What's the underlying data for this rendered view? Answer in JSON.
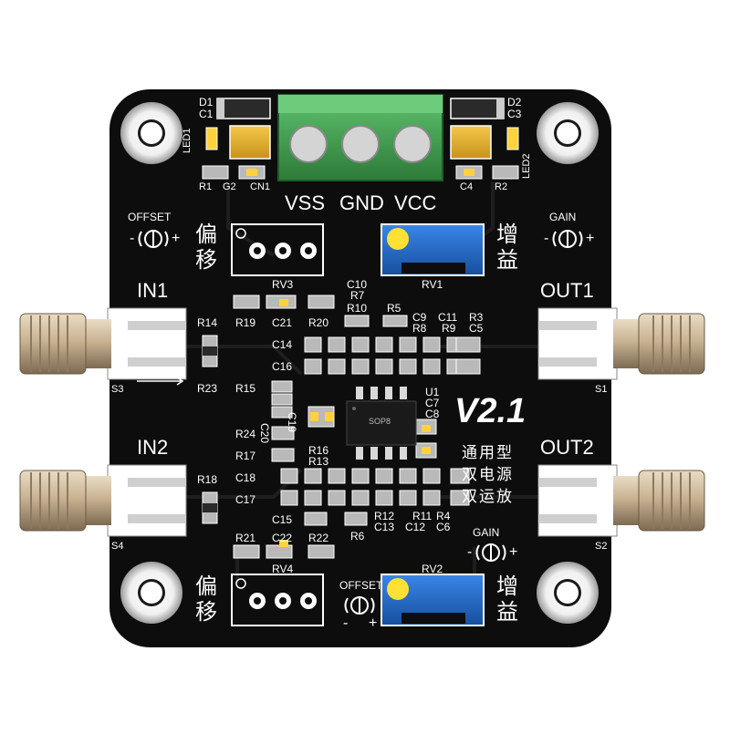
{
  "board": {
    "colors": {
      "pcb": "#0d0d0d",
      "silk": "#ffffff",
      "terminal": "#3a9a4a",
      "trimmer": "#1f66c8",
      "pad": "#b9b9b9",
      "led": "#ffd23c",
      "sma": "#c9b393"
    },
    "terminal": {
      "vss": "VSS",
      "gnd": "GND",
      "vcc": "VCC"
    },
    "labels": {
      "offset": "OFFSET",
      "gain": "GAIN",
      "offset_cn": "偏移",
      "gain_cn": "增益",
      "in1": "IN1",
      "in2": "IN2",
      "out1": "OUT1",
      "out2": "OUT2",
      "version": "V2.1",
      "desc1": "通用型",
      "desc2": "双电源",
      "desc3": "双运放",
      "chip": "SOP8",
      "minus": "-",
      "plus": "+"
    },
    "refs": {
      "d1": "D1",
      "c1": "C1",
      "d2": "D2",
      "c3": "C3",
      "led1": "LED1",
      "led2": "LED2",
      "r1": "R1",
      "g2": "G2",
      "cn1": "CN1",
      "c4": "C4",
      "r2": "R2",
      "rv1": "RV1",
      "rv2": "RV2",
      "rv3": "RV3",
      "rv4": "RV4",
      "c10": "C10",
      "r7": "R7",
      "r10": "R10",
      "r5": "R5",
      "c9": "C9",
      "c11": "C11",
      "r3": "R3",
      "r8": "R8",
      "r9": "R9",
      "c5": "C5",
      "r19": "R19",
      "c21": "C21",
      "r20": "R20",
      "r14": "R14",
      "c14": "C14",
      "c16": "C16",
      "r23": "R23",
      "r15": "R15",
      "c20": "C20",
      "c19": "C19",
      "u1": "U1",
      "c7": "C7",
      "c8": "C8",
      "r24": "R24",
      "r17": "R17",
      "r16": "R16",
      "r13": "R13",
      "c18": "C18",
      "c17": "C17",
      "r18": "R18",
      "c15": "C15",
      "r12": "R12",
      "r11": "R11",
      "r4": "R4",
      "c13": "C13",
      "c12": "C12",
      "c6": "C6",
      "r21": "R21",
      "c22": "C22",
      "r22": "R22",
      "r6": "R6",
      "s1": "S1",
      "s2": "S2",
      "s3": "S3",
      "s4": "S4"
    }
  }
}
